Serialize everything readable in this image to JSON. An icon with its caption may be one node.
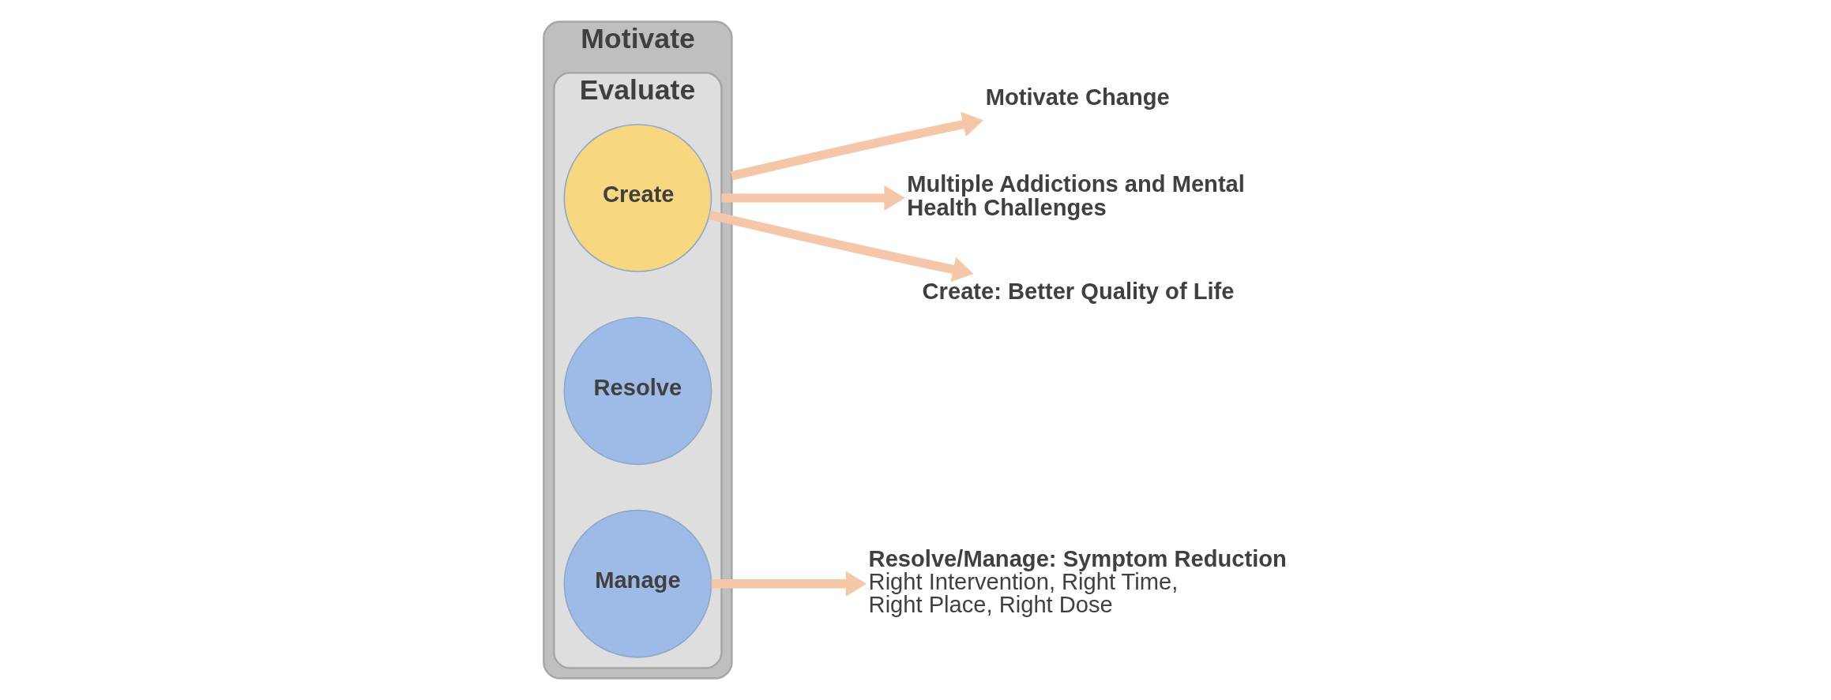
{
  "diagram": {
    "nodes": [
      {
        "text": [
          "Motivate"
        ]
      },
      {
        "text": [
          "Evaluate"
        ],
        "in": 0
      },
      {
        "text": [
          "Create"
        ],
        "in": 1
      },
      {
        "text": [
          "Resolve"
        ],
        "in": 1
      },
      {
        "text": [
          "Manage"
        ],
        "in": 1
      },
      {
        "text": [
          "Motivate Change"
        ]
      },
      {
        "text": [
          "Multiple Addictions and Mental Health Challenges"
        ]
      },
      {
        "text": [
          "Create: Better Quality of Life"
        ]
      },
      {
        "text": [
          "Resolve/Manage: Symptom Reduction",
          "Right Intervention, Right Time, Right Place, Right Dose"
        ]
      }
    ],
    "edges": [
      {
        "from": 0,
        "to": 5,
        "arrow": "to"
      },
      {
        "from": 1,
        "to": 6,
        "arrow": "to"
      },
      {
        "from": 2,
        "to": 7,
        "arrow": "to"
      },
      {
        "from": 4,
        "to": 8,
        "arrow": "to"
      }
    ]
  }
}
